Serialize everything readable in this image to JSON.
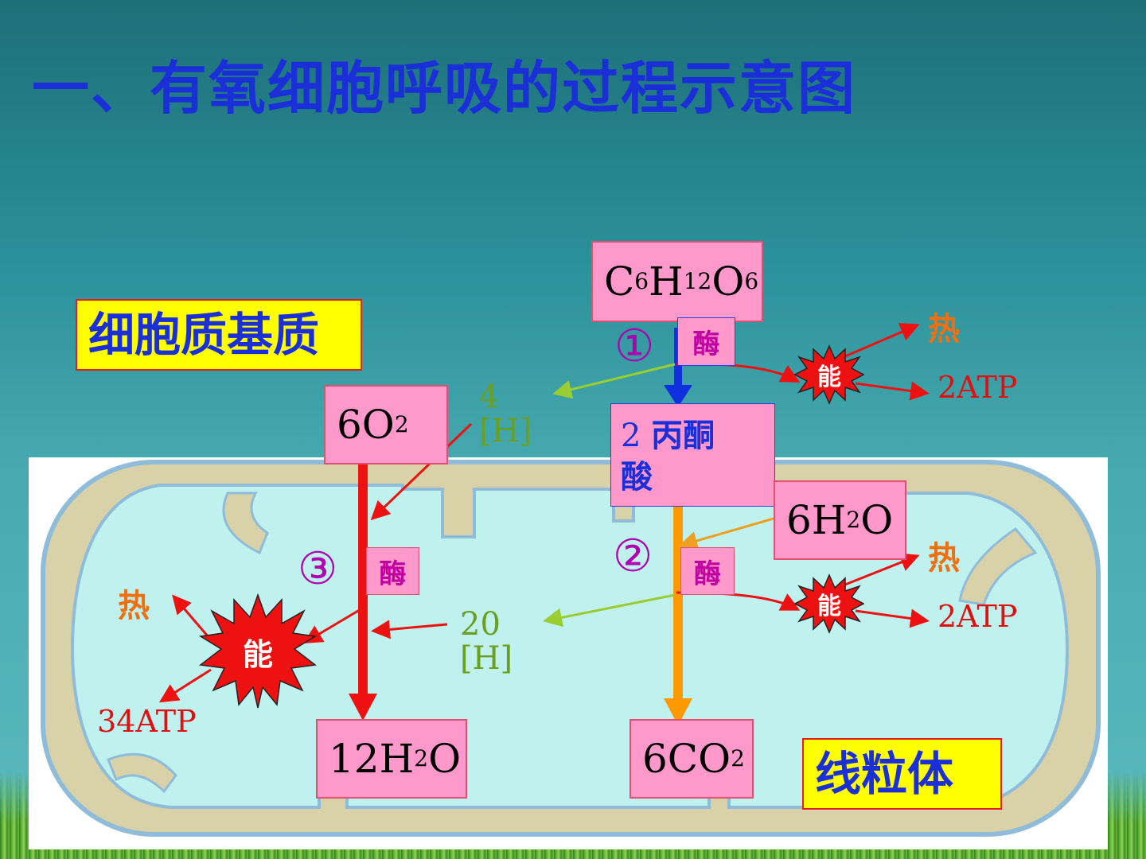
{
  "title": "一、有氧细胞呼吸的过程示意图",
  "labels": {
    "cytoplasm": "细胞质基质",
    "mitochondria": "线粒体"
  },
  "molecules": {
    "glucose": {
      "base": [
        "C",
        "H",
        "O"
      ],
      "subs": [
        "6",
        "12",
        "6"
      ]
    },
    "pyruvate": {
      "count": "2",
      "name_a": "丙酮",
      "name_b": "酸"
    },
    "oxygen": {
      "base": "6O",
      "sub": "2"
    },
    "water_in": {
      "base": "6H",
      "sub": "2",
      "tail": "O"
    },
    "water_out": {
      "base": "12H",
      "sub": "2",
      "tail": "O"
    },
    "carbon_dioxide": {
      "base": "6CO",
      "sub": "2"
    }
  },
  "steps": {
    "step1": "①",
    "step2": "②",
    "step3": "③",
    "enzyme": "酶"
  },
  "hydrogen": {
    "h4": "4[H]",
    "h20": "20[H]"
  },
  "energy": {
    "burst_label": "能",
    "heat": "热",
    "atp_stage1": "2ATP",
    "atp_stage2": "2ATP",
    "atp_stage3": "34ATP"
  },
  "colors": {
    "title": "#1a2fd8",
    "box_fill": "#ff99cc",
    "label_fill": "#ffff00",
    "mito_outer": "#d9d2a8",
    "mito_matrix": "#bff1ee",
    "arrow_red": "#ee1111",
    "arrow_blue": "#1030e0",
    "arrow_orange": "#ff9900",
    "h_green": "#6aa020"
  }
}
